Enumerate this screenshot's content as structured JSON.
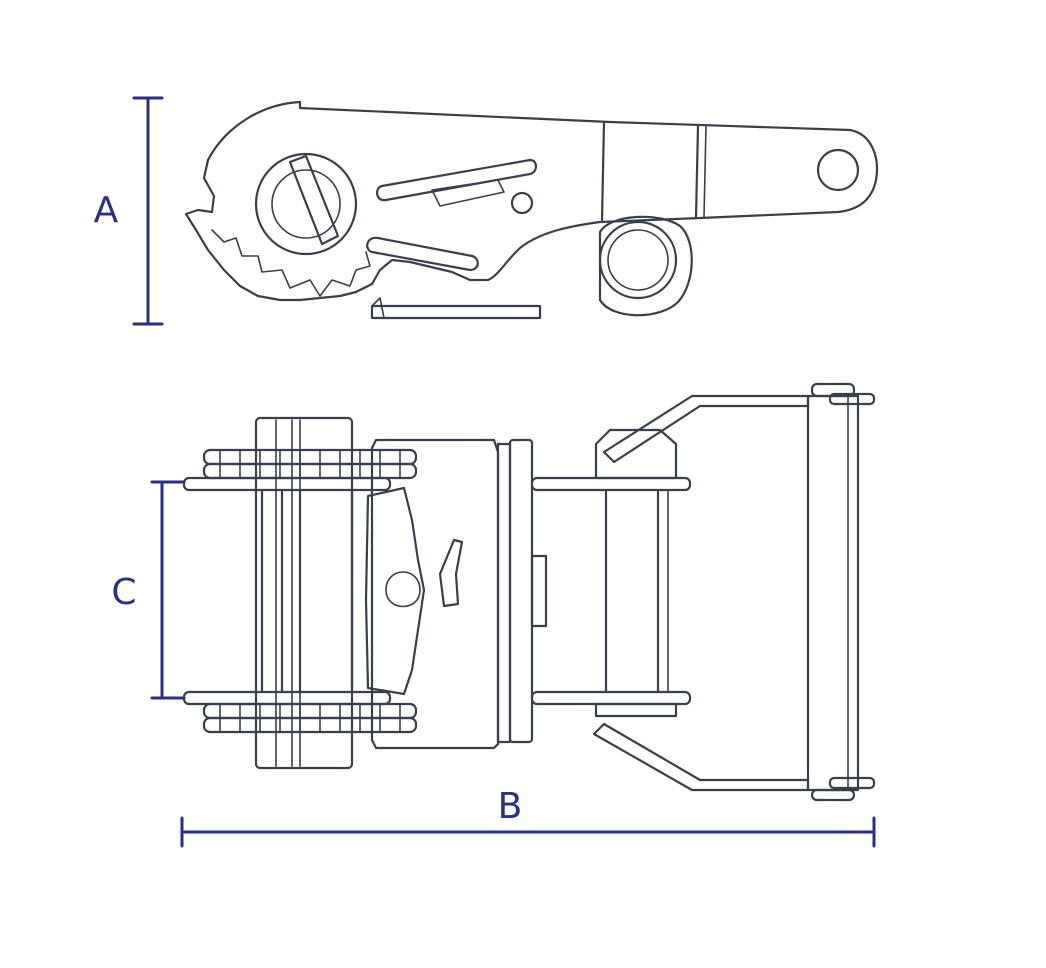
{
  "dimensions": {
    "a": "A",
    "b": "B",
    "c": "C"
  },
  "colors": {
    "dimension": "#2b2f86",
    "outline": "#3a3f4c",
    "background": "#ffffff"
  }
}
